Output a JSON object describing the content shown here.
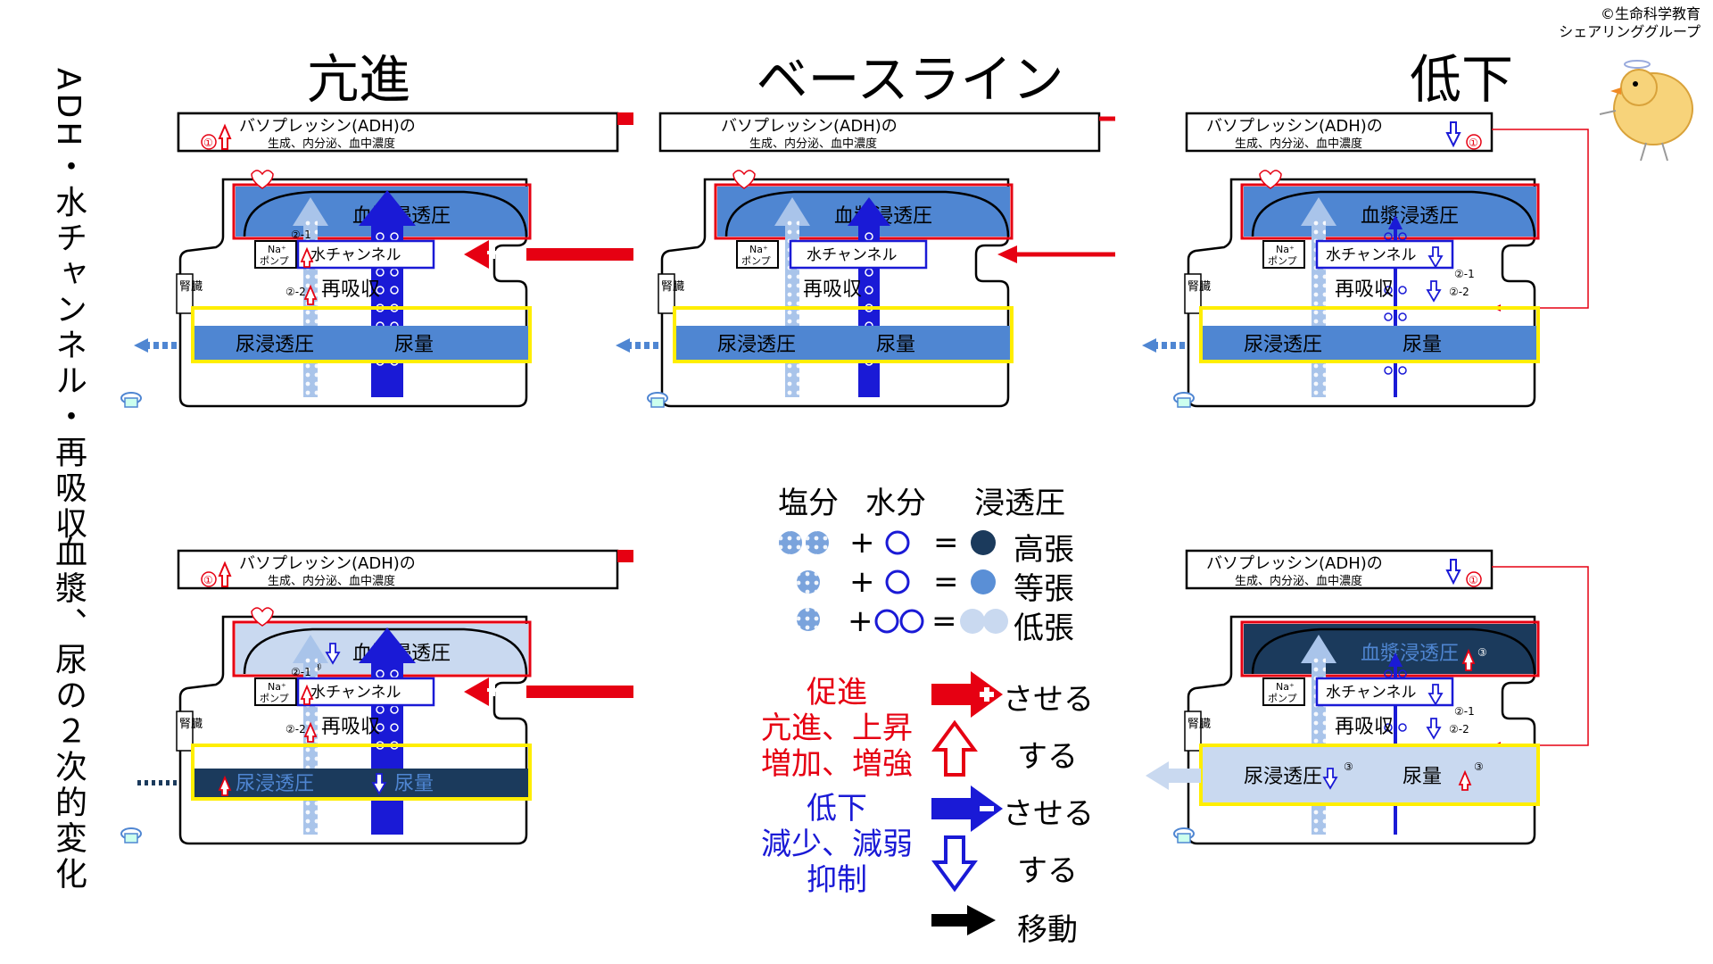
{
  "copyright": {
    "line1": "©生命科学教育",
    "line2": "シェアリンググループ"
  },
  "titles": {
    "left": "亢進",
    "center": "ベースライン",
    "right": "低下"
  },
  "side_labels": {
    "top": "ADH・水チャンネル・再吸収",
    "bottom": "血漿、尿の２次的変化"
  },
  "diagram": {
    "adh_title": "バソプレッシン(ADH)の",
    "adh_sub": "生成、内分泌、血中濃度",
    "plasma": "血漿浸透圧",
    "urine_osm": "尿浸透圧",
    "urine_vol": "尿量",
    "water_channel": "水チャンネル",
    "reabsorption": "再吸収",
    "na_pump_1": "Na⁺",
    "na_pump_2": "ポンプ",
    "kidney": "腎臓",
    "m1": "①",
    "m21": "②-1",
    "m22": "②-2",
    "m3": "③"
  },
  "legend": {
    "headers": {
      "salt": "塩分",
      "water": "水分",
      "osmotic": "浸透圧"
    },
    "plus": "+",
    "equals": "=",
    "rows": [
      {
        "label": "高張",
        "color": "#1b3a5c"
      },
      {
        "label": "等張",
        "color": "#5a8fd6"
      },
      {
        "label": "低張",
        "color": "#c9d9f0"
      }
    ],
    "red_block": [
      "促進",
      "亢進、上昇",
      "増加、増強"
    ],
    "blue_block": [
      "低下",
      "減少、減弱",
      "抑制"
    ],
    "red_fill_label": "させる",
    "red_outline_label": "する",
    "blue_fill_label": "させる",
    "blue_outline_label": "する",
    "black_label": "移動"
  },
  "colors": {
    "red": "#e60012",
    "blue": "#1a1ad6",
    "plasma_mid": "#4f86d2",
    "plasma_light": "#c9d9f0",
    "plasma_dark": "#1b3a5c",
    "yellow": "#ffee00"
  }
}
